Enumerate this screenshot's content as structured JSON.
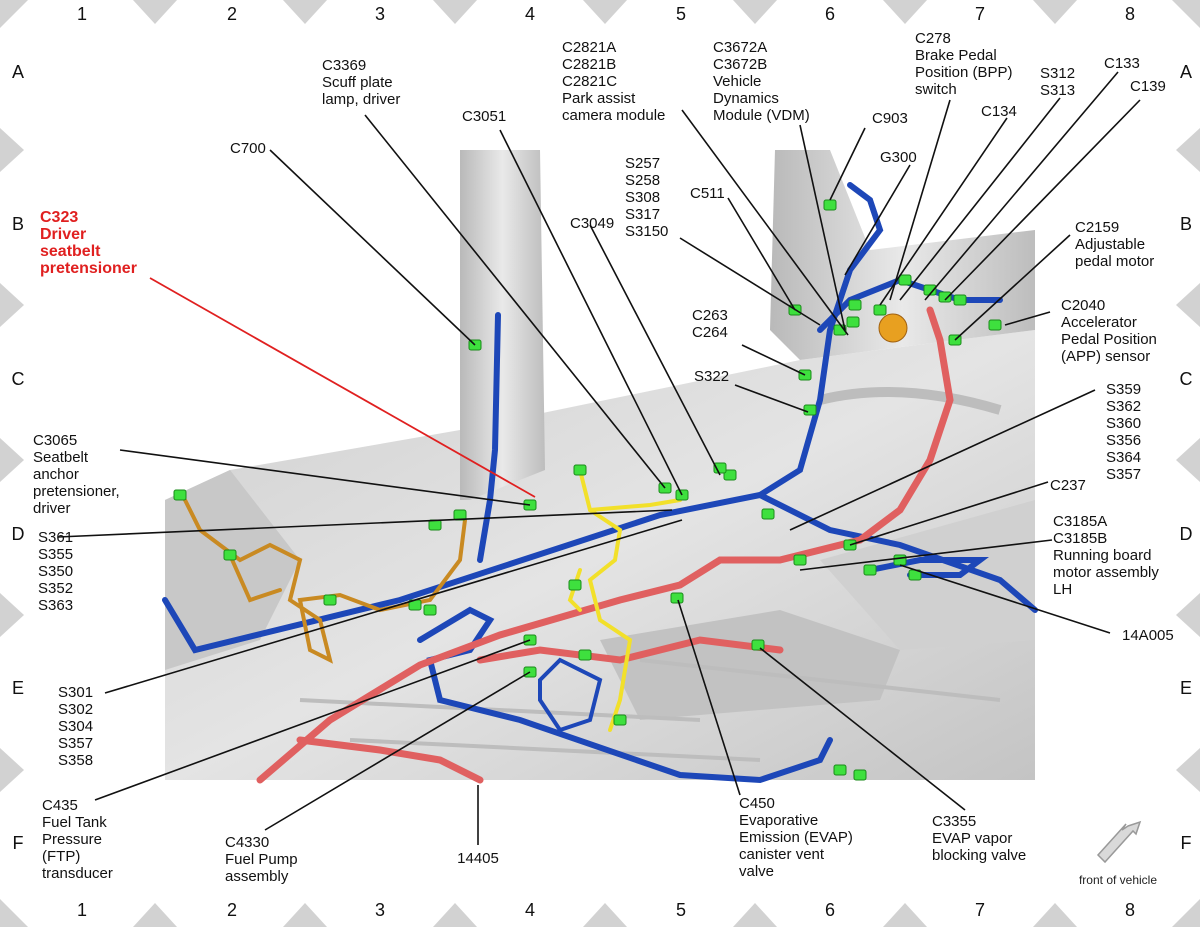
{
  "grid": {
    "columns": [
      "1",
      "2",
      "3",
      "4",
      "5",
      "6",
      "7",
      "8"
    ],
    "rows": [
      "A",
      "B",
      "C",
      "D",
      "E",
      "F"
    ]
  },
  "colors": {
    "highlight": "#e02020",
    "harness_blue": "#1d47b8",
    "harness_red": "#e06060",
    "harness_orange": "#c98a22",
    "harness_yellow": "#f2e02a",
    "connector": "#3ee03e",
    "body": "#d9d9d9"
  },
  "callouts": {
    "c323": [
      "C323",
      "Driver",
      "seatbelt",
      "pretensioner"
    ],
    "c700": [
      "C700"
    ],
    "c3369": [
      "C3369",
      "Scuff plate",
      "lamp, driver"
    ],
    "c3051": [
      "C3051"
    ],
    "c2821": [
      "C2821A",
      "C2821B",
      "C2821C",
      "Park assist",
      "camera module"
    ],
    "c3672": [
      "C3672A",
      "C3672B",
      "Vehicle",
      "Dynamics",
      "Module (VDM)"
    ],
    "c278": [
      "C278",
      "Brake Pedal",
      "Position (BPP)",
      "switch"
    ],
    "s312": [
      "S312",
      "S313"
    ],
    "c133": [
      "C133"
    ],
    "c139": [
      "C139"
    ],
    "c134": [
      "C134"
    ],
    "c903": [
      "C903"
    ],
    "g300": [
      "G300"
    ],
    "s257": [
      "S257",
      "S258",
      "S308",
      "S317",
      "S3150"
    ],
    "c511": [
      "C511"
    ],
    "c3049": [
      "C3049"
    ],
    "c2159": [
      "C2159",
      "Adjustable",
      "pedal motor"
    ],
    "c2040": [
      "C2040",
      "Accelerator",
      "Pedal Position",
      "(APP) sensor"
    ],
    "c263": [
      "C263",
      "C264"
    ],
    "s322": [
      "S322"
    ],
    "s359": [
      "S359",
      "S362",
      "S360",
      "S356",
      "S364",
      "S357"
    ],
    "c3065": [
      "C3065",
      "Seatbelt",
      "anchor",
      "pretensioner,",
      "driver"
    ],
    "c237": [
      "C237"
    ],
    "c3185": [
      "C3185A",
      "C3185B",
      "Running board",
      "motor assembly",
      "LH"
    ],
    "s361": [
      "S361",
      "S355",
      "S350",
      "S352",
      "S363"
    ],
    "a14a005": [
      "14A005"
    ],
    "s301": [
      "S301",
      "S302",
      "S304",
      "S357",
      "S358"
    ],
    "c435": [
      "C435",
      "Fuel Tank",
      "Pressure",
      "(FTP)",
      "transducer"
    ],
    "c4330": [
      "C4330",
      "Fuel Pump",
      "assembly"
    ],
    "a14405": [
      "14405"
    ],
    "c450": [
      "C450",
      "Evaporative",
      "Emission (EVAP)",
      "canister vent",
      "valve"
    ],
    "c3355": [
      "C3355",
      "EVAP vapor",
      "blocking valve"
    ]
  },
  "orientation": {
    "label": "front of vehicle",
    "icon": "arrow-up-right-icon"
  }
}
